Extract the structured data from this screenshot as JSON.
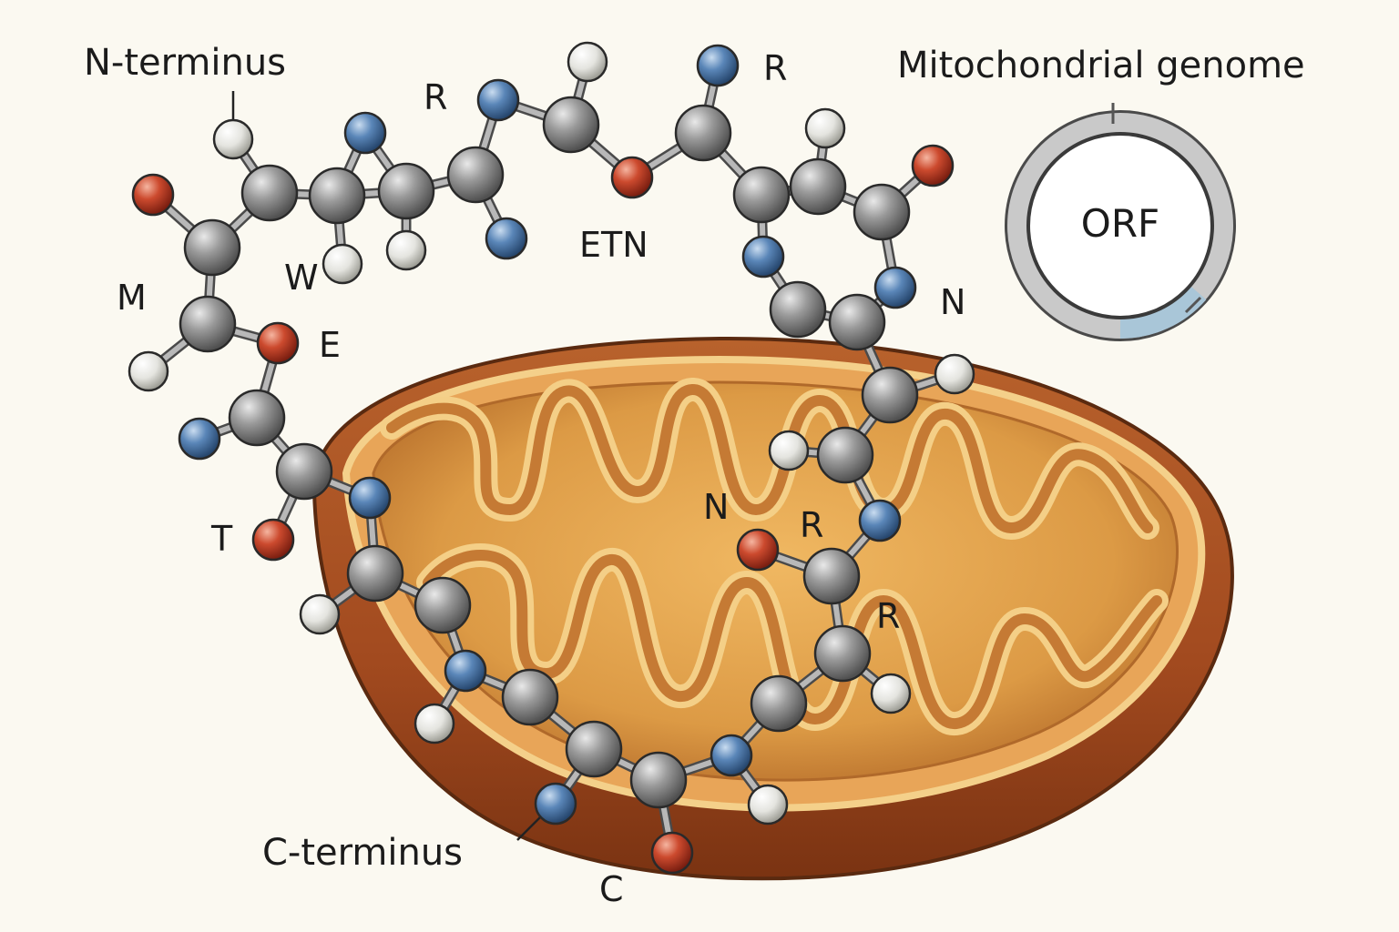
{
  "labels": {
    "n_terminus": "N-terminus",
    "c_terminus": "C-terminus",
    "genome_title": "Mitochondrial genome",
    "orf": "ORF"
  },
  "residue_labels": {
    "M": "M",
    "W": "W",
    "E": "E",
    "T": "T",
    "R_top": "R",
    "ETN": "ETN",
    "R_top_right": "R",
    "N_right": "N",
    "N_inner": "N",
    "R_inner": "R",
    "R_lower": "R",
    "C": "C"
  },
  "colors": {
    "background": "#fbf9f1",
    "carbon": "#8e8e8e",
    "nitrogen": "#4f79ab",
    "oxygen": "#c4432b",
    "hydrogen": "#e6e6e1",
    "bond": "#9a9a9a",
    "mito_outer": "#a44f22",
    "mito_inner": "#dc9a45",
    "cristae": "#f1c478",
    "genome_ring": "#c9c9c9",
    "genome_ring_highlight": "#a9c6d8"
  }
}
